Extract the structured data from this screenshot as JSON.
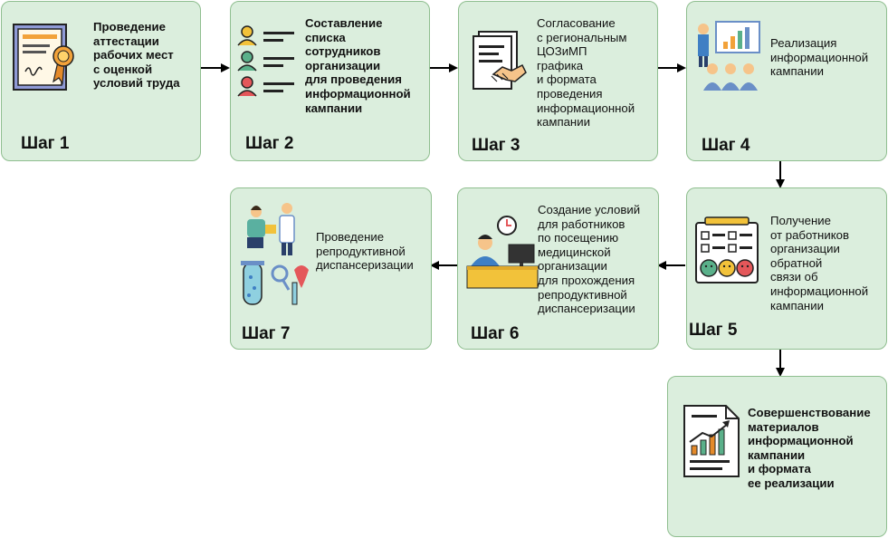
{
  "steps": [
    {
      "label": "Шаг 1",
      "lines": [
        "Проведение",
        "аттестации",
        "рабочих мест",
        "с оценкой",
        "условий труда"
      ],
      "bold": true
    },
    {
      "label": "Шаг 2",
      "lines": [
        "Составление",
        "списка",
        "сотрудников",
        "организации",
        "для проведения",
        "информационной",
        "кампании"
      ],
      "bold": true
    },
    {
      "label": "Шаг 3",
      "lines": [
        "Согласование",
        "с региональным",
        "ЦОЗиМП",
        "графика",
        "и формата",
        "проведения",
        "информационной",
        "кампании"
      ],
      "bold": false
    },
    {
      "label": "Шаг 4",
      "lines": [
        "Реализация",
        "информационной",
        "кампании"
      ],
      "bold": false
    },
    {
      "label": "Шаг 5",
      "lines": [
        "Получение",
        "от работников",
        "организации",
        "обратной",
        "связи об",
        "информационной",
        "кампании"
      ],
      "bold": false
    },
    {
      "label": "Шаг 6",
      "lines": [
        "Создание условий",
        "для работников",
        "по посещению",
        "медицинской",
        "организации",
        "для прохождения",
        "репродуктивной",
        "диспансеризации"
      ],
      "bold": false
    },
    {
      "label": "Шаг 7",
      "lines": [
        "Проведение",
        "репродуктивной",
        "диспансеризации"
      ],
      "bold": false
    }
  ],
  "final": {
    "lines": [
      "Совершенствование",
      "материалов",
      "информационной",
      "кампании",
      "и формата",
      "ее реализации"
    ],
    "bold": true
  },
  "colors": {
    "box_fill": "#dbeedd",
    "box_border": "#8fbe8f",
    "arrow": "#000000"
  }
}
